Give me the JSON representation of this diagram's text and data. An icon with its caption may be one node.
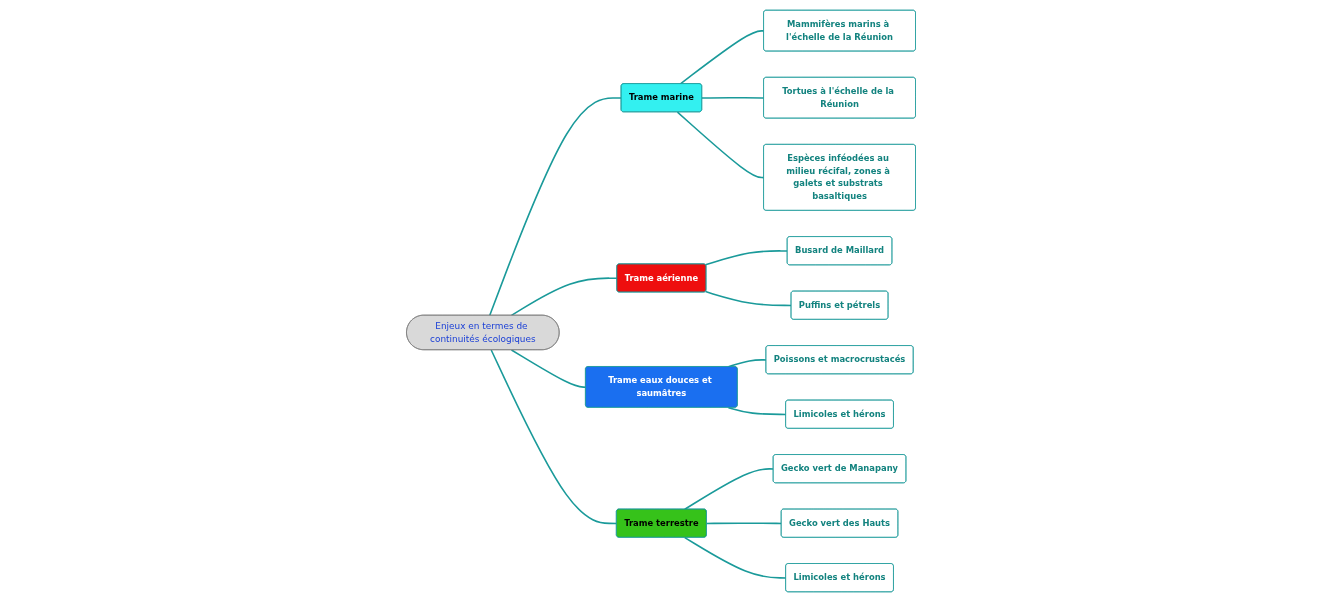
{
  "diagram": {
    "nodes": [
      {
        "text": [
          "Enjeux en termes de continuités écologiques"
        ]
      },
      {
        "text": [
          "Trame marine"
        ]
      },
      {
        "text": [
          "Mammifères marins à l'échelle de la Réunion"
        ]
      },
      {
        "text": [
          "Tortues à l'échelle de la Réunion"
        ]
      },
      {
        "text": [
          "Espèces inféodées au milieu récifal, zones à galets et substrats basaltiques"
        ]
      },
      {
        "text": [
          "Trame aérienne"
        ]
      },
      {
        "text": [
          "Busard de Maillard"
        ]
      },
      {
        "text": [
          "Puffins et pétrels"
        ]
      },
      {
        "text": [
          "Trame eaux douces et saumâtres"
        ]
      },
      {
        "text": [
          "Poissons et macrocrustacés"
        ]
      },
      {
        "text": [
          "Limicoles et hérons"
        ]
      },
      {
        "text": [
          "Trame terrestre"
        ]
      },
      {
        "text": [
          "Gecko vert de Manapany"
        ]
      },
      {
        "text": [
          "Gecko vert des Hauts"
        ]
      },
      {
        "text": [
          "Limicoles et hérons"
        ]
      }
    ],
    "edges": [
      {
        "from": 0,
        "to": 1,
        "arrow": "none"
      },
      {
        "from": 1,
        "to": 2,
        "arrow": "none"
      },
      {
        "from": 1,
        "to": 3,
        "arrow": "none"
      },
      {
        "from": 1,
        "to": 4,
        "arrow": "none"
      },
      {
        "from": 0,
        "to": 5,
        "arrow": "none"
      },
      {
        "from": 5,
        "to": 6,
        "arrow": "none"
      },
      {
        "from": 5,
        "to": 7,
        "arrow": "none"
      },
      {
        "from": 0,
        "to": 8,
        "arrow": "none"
      },
      {
        "from": 8,
        "to": 9,
        "arrow": "none"
      },
      {
        "from": 8,
        "to": 10,
        "arrow": "none"
      },
      {
        "from": 0,
        "to": 11,
        "arrow": "none"
      },
      {
        "from": 11,
        "to": 12,
        "arrow": "none"
      },
      {
        "from": 11,
        "to": 13,
        "arrow": "none"
      },
      {
        "from": 11,
        "to": 14,
        "arrow": "none"
      }
    ]
  }
}
